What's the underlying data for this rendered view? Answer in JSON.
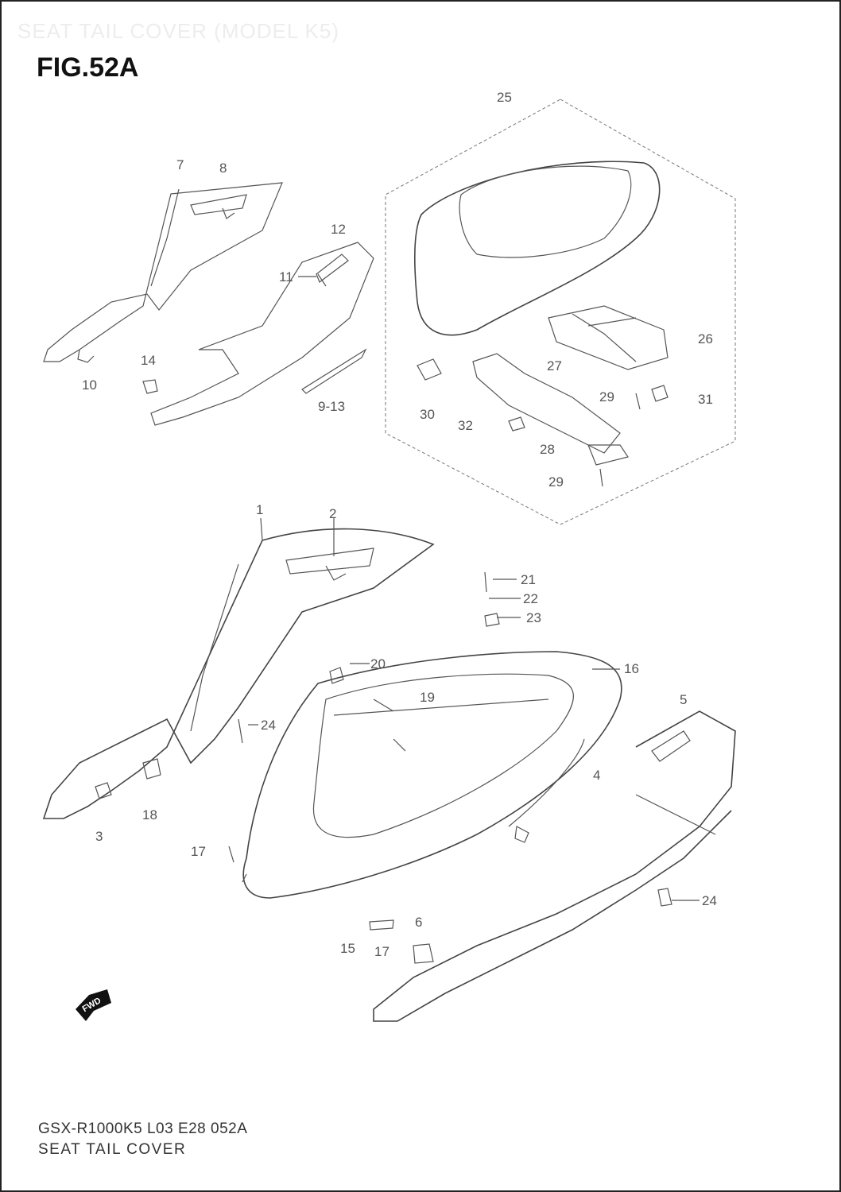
{
  "header": {
    "ghost_title": "SEAT TAIL COVER (MODEL K5)",
    "fig_label": "FIG.52A"
  },
  "callouts": {
    "c1": "1",
    "c2": "2",
    "c3": "3",
    "c4": "4",
    "c5": "5",
    "c6": "6",
    "c7": "7",
    "c8": "8",
    "c9_13": "9-13",
    "c10": "10",
    "c11": "11",
    "c12": "12",
    "c14": "14",
    "c15": "15",
    "c16": "16",
    "c17a": "17",
    "c17b": "17",
    "c18": "18",
    "c19": "19",
    "c20": "20",
    "c21": "21",
    "c22": "22",
    "c23": "23",
    "c24a": "24",
    "c24b": "24",
    "c25": "25",
    "c26": "26",
    "c27": "27",
    "c28": "28",
    "c29a": "29",
    "c29b": "29",
    "c30": "30",
    "c31": "31",
    "c32": "32"
  },
  "fwd_label": "FWD",
  "footer": {
    "code": "GSX-R1000K5 L03 E28 052A",
    "name": "SEAT TAIL COVER"
  }
}
